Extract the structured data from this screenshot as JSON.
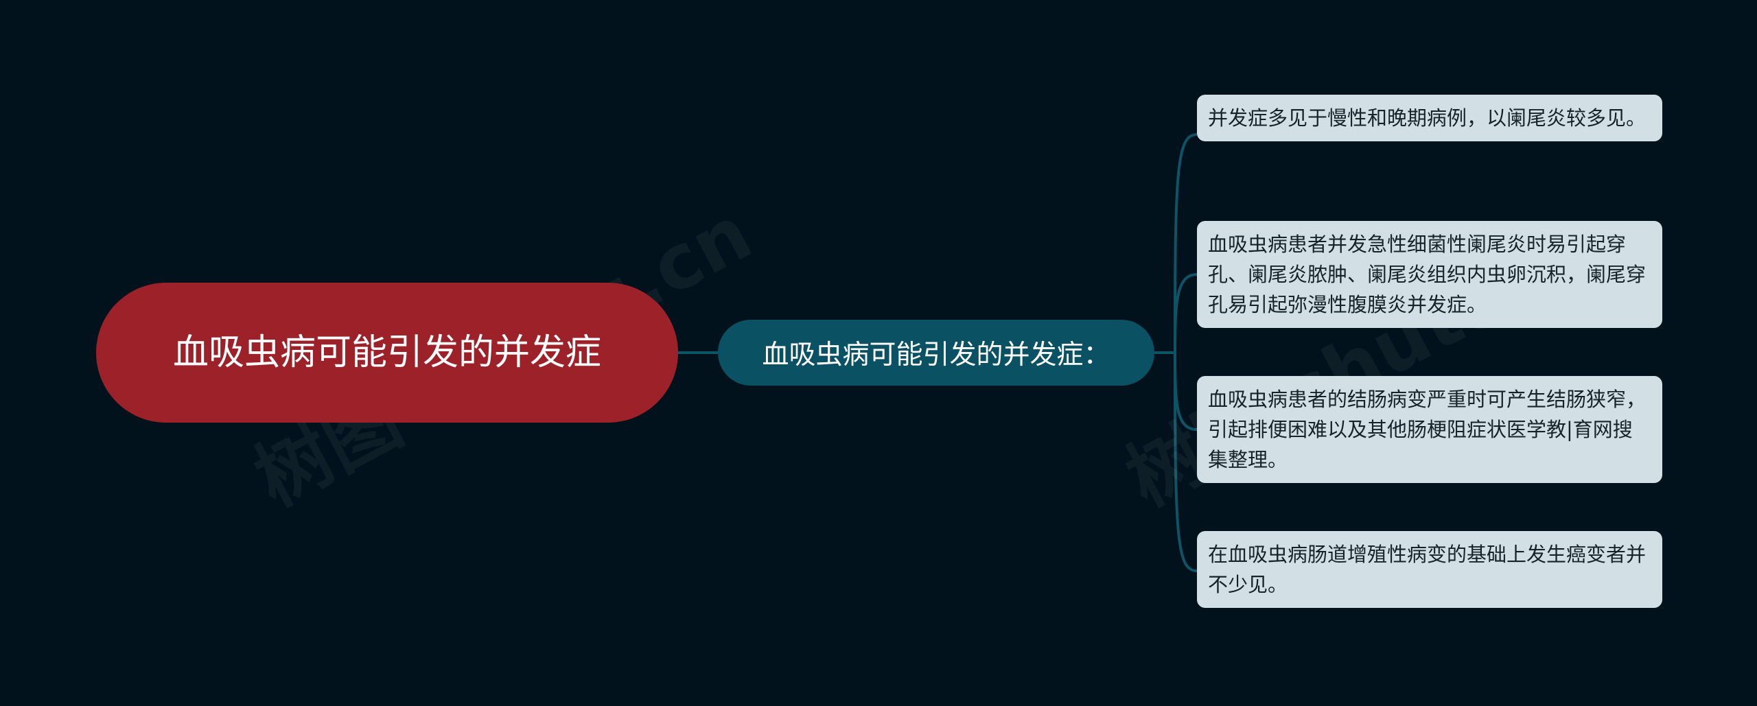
{
  "colors": {
    "background": "#02121c",
    "root_fill": "#9c2129",
    "mid_fill": "#0b5164",
    "leaf_fill": "#d2e0e6",
    "connector": "#0d5466"
  },
  "mindmap": {
    "root": "血吸虫病可能引发的并发症",
    "branch": "血吸虫病可能引发的并发症：",
    "leaves": [
      "并发症多见于慢性和晚期病例，以阑尾炎较多见。",
      "血吸虫病患者并发急性细菌性阑尾炎时易引起穿孔、阑尾炎脓肿、阑尾炎组织内虫卵沉积，阑尾穿孔易引起弥漫性腹膜炎并发症。",
      "血吸虫病患者的结肠病变严重时可产生结肠狭窄，引起排便困难以及其他肠梗阻症状医学教|育网搜集整理。",
      "在血吸虫病肠道增殖性病变的基础上发生癌变者并不少见。"
    ]
  },
  "watermark": "树图 shutu.cn"
}
